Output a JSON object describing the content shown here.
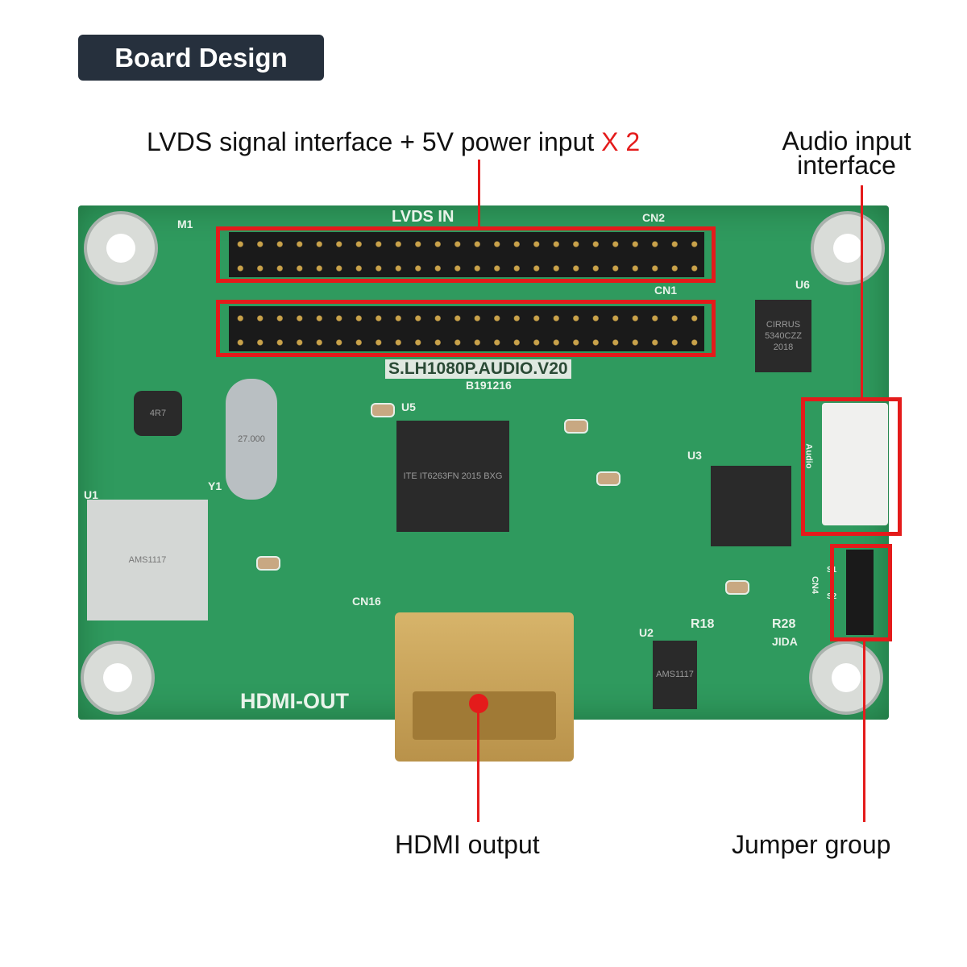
{
  "badge": "Board Design",
  "labels": {
    "lvds": "LVDS signal interface + 5V power input ",
    "lvds_mult": "X 2",
    "audio_line1": "Audio input",
    "audio_line2": "interface",
    "hdmi": "HDMI output",
    "jumper": "Jumper group"
  },
  "board": {
    "lvds_in": "LVDS IN",
    "cn2": "CN2",
    "cn1": "CN1",
    "m1": "M1",
    "model": "S.LH1080P.AUDIO.V20",
    "date": "B191216",
    "u5": "U5",
    "u3": "U3",
    "u6": "U6",
    "u1": "U1",
    "u2": "U2",
    "y1": "Y1",
    "cn16": "CN16",
    "cn4": "CN4",
    "hdmi_out": "HDMI-OUT",
    "r18": "R18",
    "r28": "R28",
    "jida": "JIDA",
    "audio": "Audio",
    "s1": "S1",
    "s2": "S2",
    "chip_ite": "ITE IT6263FN 2015 BXG",
    "chip_cirrus": "CIRRUS 5340CZZ 2018",
    "crystal": "27.000",
    "inductor": "4R7",
    "regulator": "AMS1117"
  },
  "colors": {
    "accent": "#e41b1b",
    "badge": "#26303d",
    "pcb": "#2f9a5e"
  }
}
